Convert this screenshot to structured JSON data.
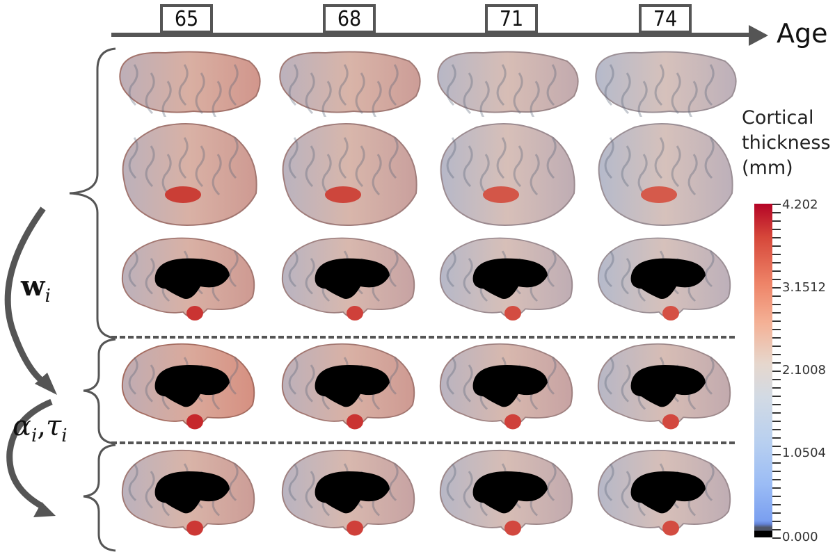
{
  "axis": {
    "label": "Age",
    "ticks": [
      "65",
      "68",
      "71",
      "74"
    ]
  },
  "colorbar": {
    "title_lines": [
      "Cortical",
      "thickness",
      "(mm)"
    ],
    "labels": [
      "4.202",
      "3.1512",
      "2.1008",
      "1.0504",
      "0.000"
    ],
    "min": 0.0,
    "max": 4.202,
    "colormap": [
      "#b40426",
      "#ee8468",
      "#e6d7cd",
      "#b7cff0",
      "#7a9ff0",
      "#000000"
    ]
  },
  "annotations": {
    "w_label": "w",
    "w_subscript": "i",
    "alpha_label": "α",
    "alpha_subscript": "i",
    "tau_label": "τ",
    "tau_subscript": "i",
    "separator": ","
  },
  "grid": {
    "columns": [
      "65",
      "68",
      "71",
      "74"
    ],
    "rows": [
      {
        "view": "dorsal",
        "group": "w_i"
      },
      {
        "view": "lateral",
        "group": "w_i"
      },
      {
        "view": "medial",
        "group": "w_i"
      },
      {
        "view": "medial",
        "group": "alpha_i_tau_i"
      },
      {
        "view": "medial",
        "group": "final"
      }
    ],
    "warmth": [
      [
        0.65,
        0.55,
        0.35,
        0.25
      ],
      [
        0.6,
        0.5,
        0.3,
        0.25
      ],
      [
        0.6,
        0.45,
        0.3,
        0.25
      ],
      [
        0.75,
        0.6,
        0.45,
        0.35
      ],
      [
        0.55,
        0.45,
        0.35,
        0.3
      ]
    ]
  }
}
